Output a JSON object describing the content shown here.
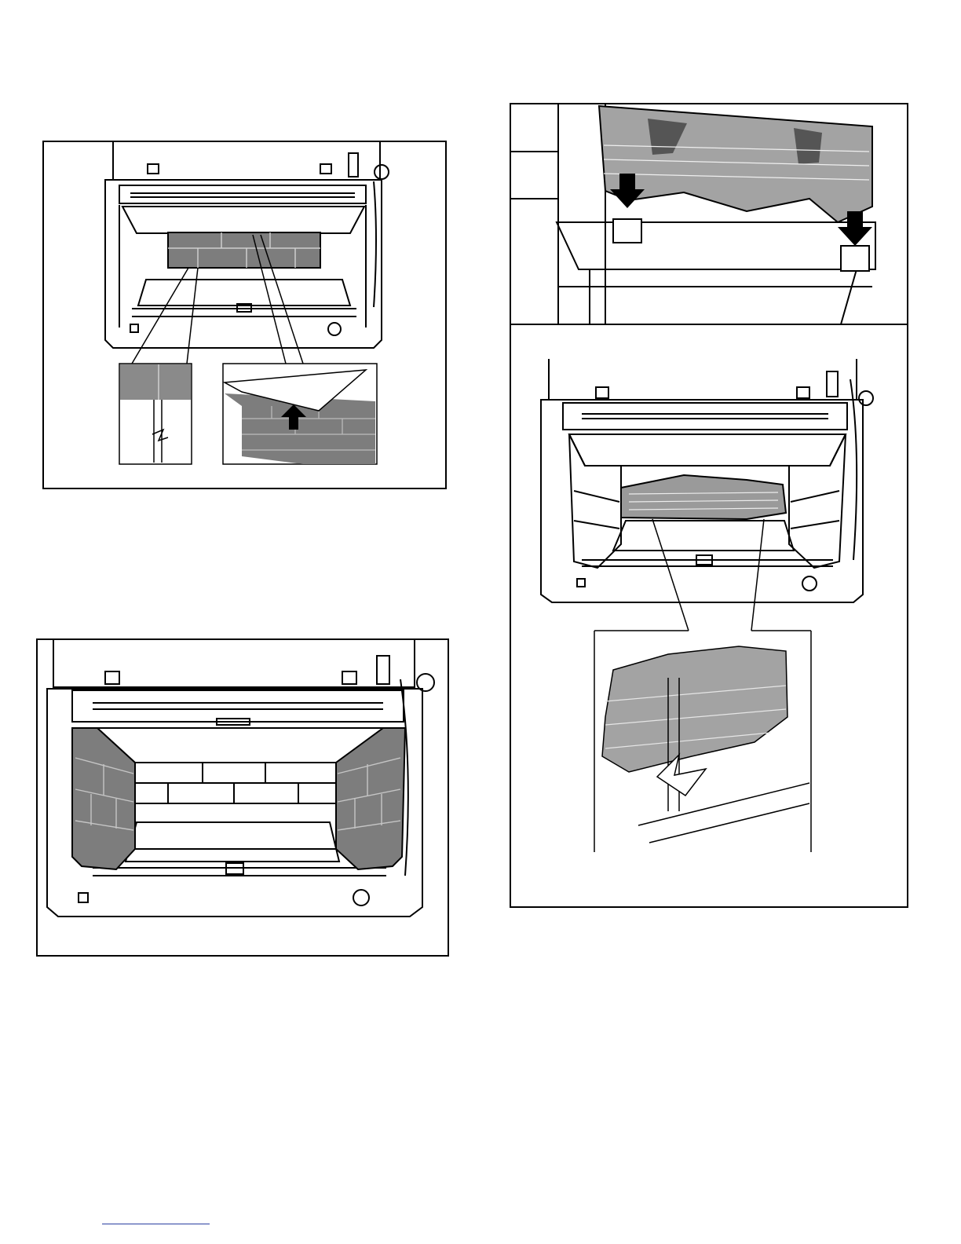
{
  "figures": [
    {
      "id": "fig-a",
      "icon": "fireplace-rear-brick-panel-icon",
      "arrow": "up"
    },
    {
      "id": "fig-b",
      "icon": "fireplace-side-brick-panels-icon"
    },
    {
      "id": "fig-c",
      "icon": "fireplace-log-placement-icon",
      "arrows": [
        "down",
        "down"
      ]
    }
  ],
  "footer": {
    "link_text": ""
  },
  "colors": {
    "line": "#000000",
    "brick_shade": "#7d7d7d",
    "log_shade": "#9a9a9a",
    "panel_bg": "#ffffff"
  }
}
